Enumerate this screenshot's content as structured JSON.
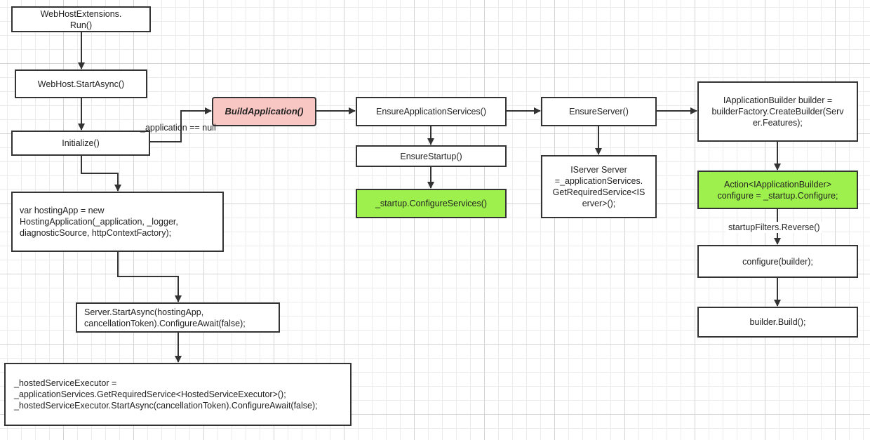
{
  "nodes": {
    "webhost_run": "WebHostExtensions.\nRun()",
    "start_async": "WebHost.StartAsync()",
    "initialize": "Initialize()",
    "hosting_app": "var hostingApp = new\nHostingApplication(_application, _logger,\ndiagnosticSource, httpContextFactory);",
    "server_start": "Server.StartAsync(hostingApp,\ncancellationToken).ConfigureAwait(false);",
    "hosted_executor": "_hostedServiceExecutor =\n_applicationServices.GetRequiredService<HostedServiceExecutor>();\n_hostedServiceExecutor.StartAsync(cancellationToken).ConfigureAwait(false);",
    "build_application": "BuildApplication()",
    "ensure_app_services": "EnsureApplicationServices()",
    "ensure_startup": "EnsureStartup()",
    "configure_services": "_startup.ConfigureServices()",
    "ensure_server": "EnsureServer()",
    "iserver": "IServer Server\n=_applicationServices.\nGetRequiredService<IS\nerver>();",
    "app_builder": "IApplicationBuilder builder =\nbuilderFactory.CreateBuilder(Serv\ner.Features);",
    "action_configure": "Action<IApplicationBuilder>\nconfigure = _startup.Configure;",
    "configure_builder": "configure(builder);",
    "builder_build": "builder.Build();"
  },
  "edge_labels": {
    "application_null": "_application == null",
    "startup_filters": "startupFilters.Reverse()"
  },
  "colors": {
    "stroke": "#333333",
    "green_fill": "#9ef04c",
    "pink_fill": "#f9c7c3"
  }
}
